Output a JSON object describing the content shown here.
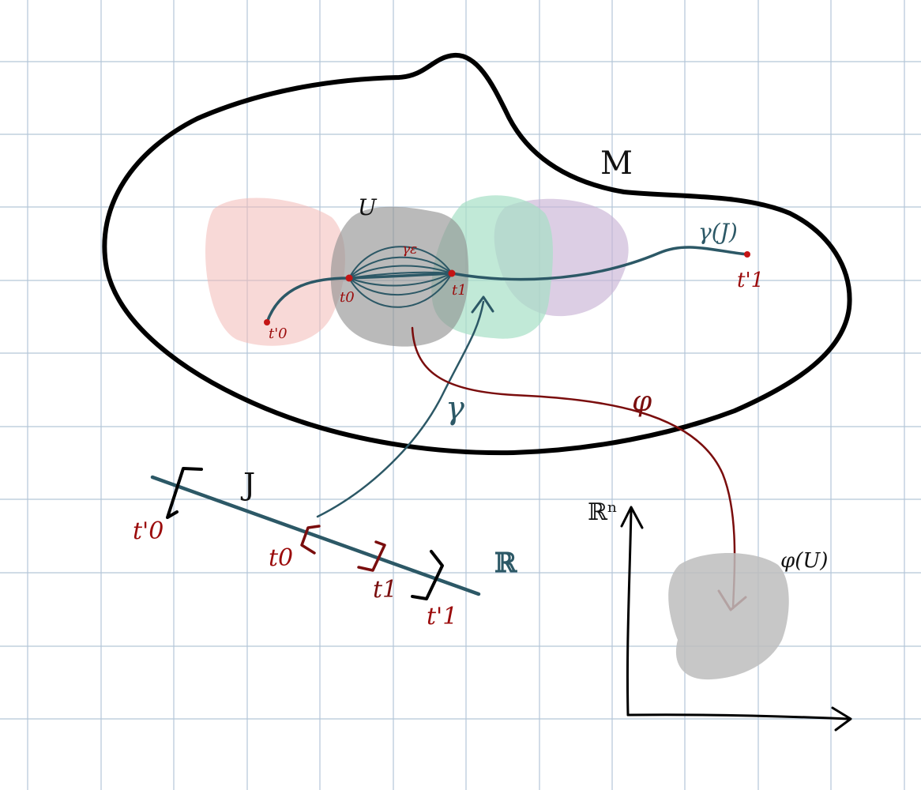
{
  "colors": {
    "grid": "#b4c6d8",
    "outline": "#000000",
    "teal": "#2c5866",
    "dark_red": "#7a0d0d",
    "red_label": "#9b0b0b",
    "blob_pink": "#f2b9b6",
    "blob_gray": "#8f8f8f",
    "blob_green": "#a7e0c6",
    "blob_purple": "#c9b3d6",
    "image_gray": "#bdbdbd"
  },
  "labels": {
    "manifold": "M",
    "chart_domain": "U",
    "family": "γε",
    "curve_image": "γ(J)",
    "t0_prime_on_M": "t'0",
    "t0_on_M": "t0",
    "t1_on_M": "t1",
    "t1_prime_on_M": "t'1",
    "gamma_map": "γ",
    "phi_map": "φ",
    "interval": "J",
    "reals": "ℝ",
    "t0_prime_line": "t'0",
    "t0_line": "t0",
    "t1_line": "t1",
    "t1_prime_line": "t'1",
    "euclidean": "ℝⁿ",
    "chart_image": "φ(U)"
  },
  "icons": {
    "gamma_arrow": "arrow-up-icon",
    "phi_arrow": "arrow-down-icon"
  }
}
